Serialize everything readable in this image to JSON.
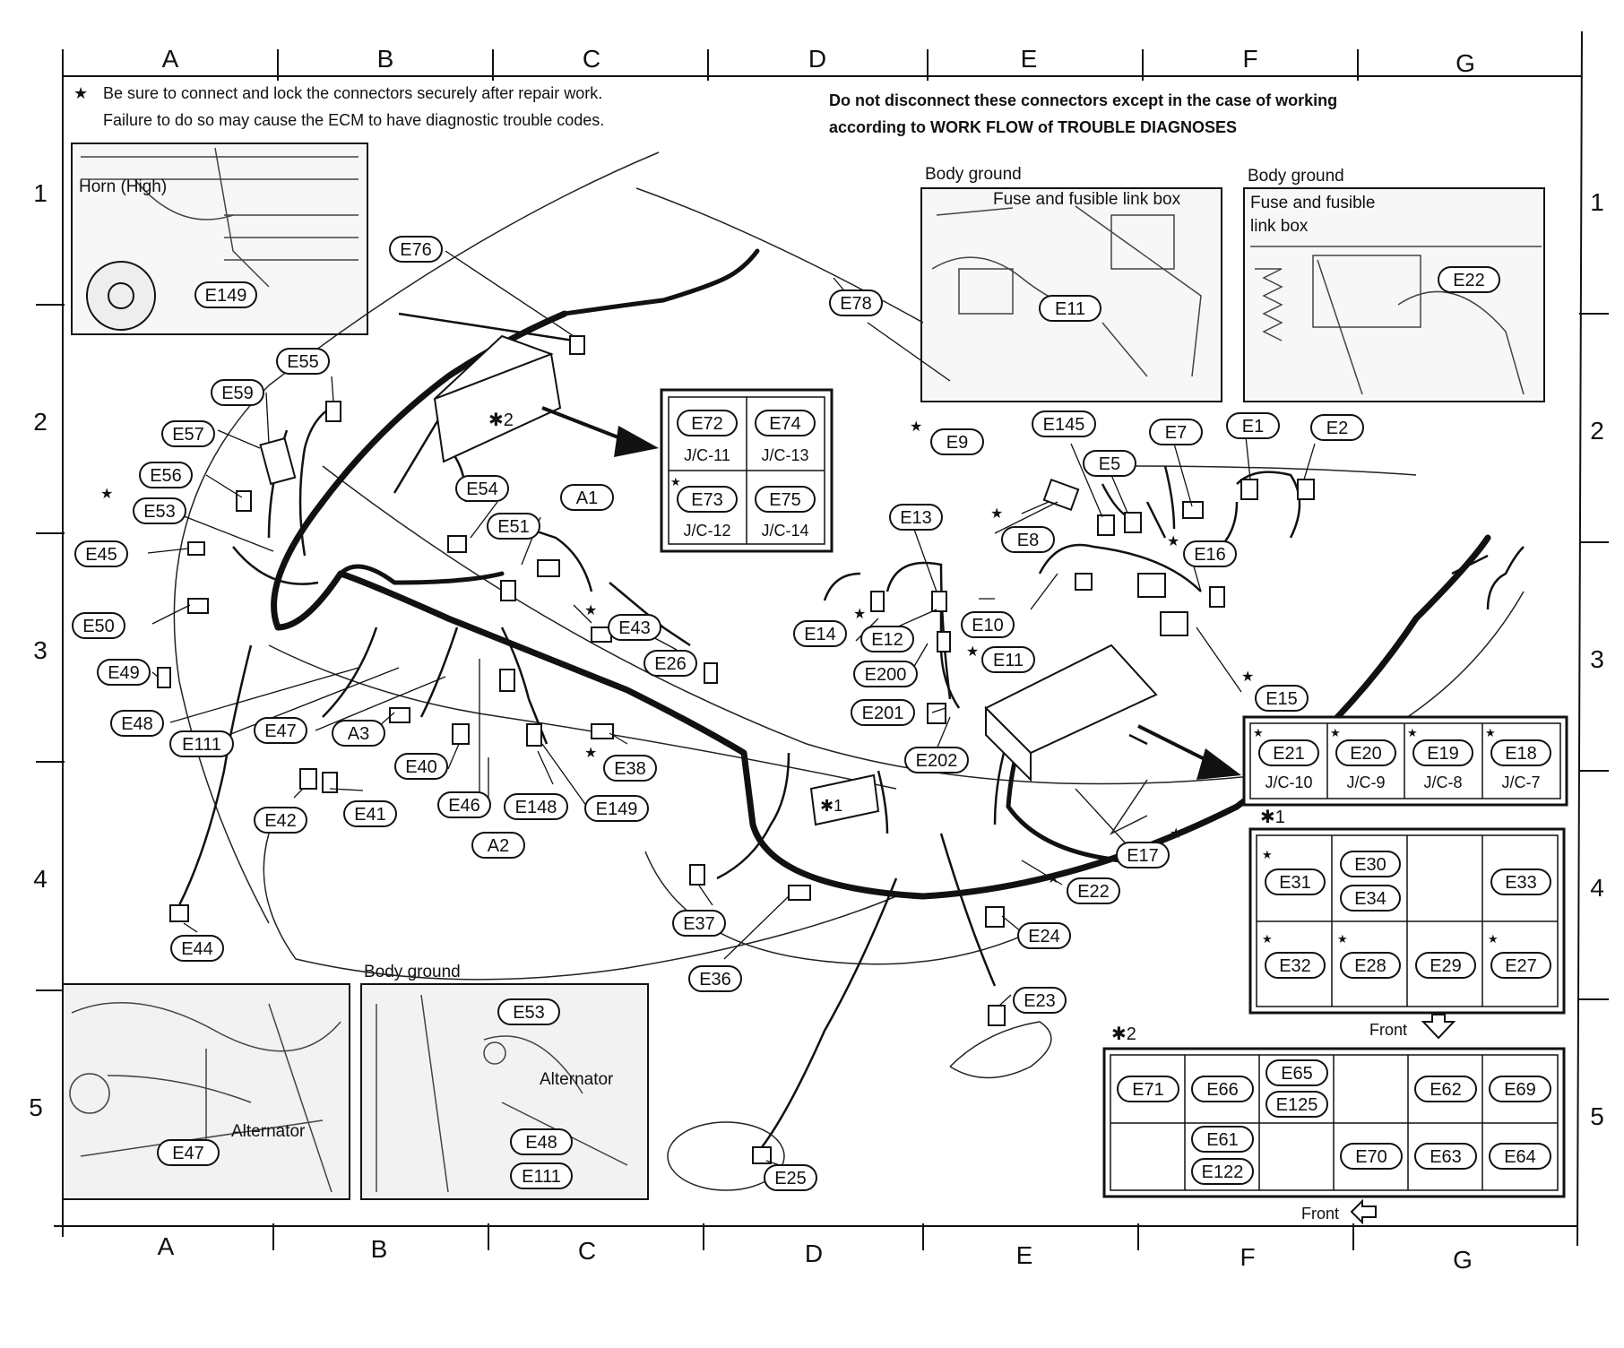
{
  "columns": [
    "A",
    "B",
    "C",
    "D",
    "E",
    "F",
    "G"
  ],
  "rows": [
    "1",
    "2",
    "3",
    "4",
    "5"
  ],
  "notes": {
    "star_note_line1": "Be sure to connect and lock the connectors securely after repair work.",
    "star_note_line2": "Failure to do so may cause the ECM to have diagnostic trouble codes.",
    "warning_line1": "Do not disconnect these connectors except in the case of working",
    "warning_line2": "according to WORK FLOW of TROUBLE DIAGNOSES"
  },
  "insets": {
    "horn": {
      "label": "Horn (High)",
      "connector": "E149"
    },
    "body_ground_1": {
      "title": "Body ground",
      "label": "Fuse and fusible link box",
      "connector": "E11"
    },
    "body_ground_2": {
      "title": "Body ground",
      "label_line1": "Fuse and fusible",
      "label_line2": "link box",
      "connector": "E22"
    },
    "alternator_left": {
      "label": "Alternator",
      "connector": "E47"
    },
    "body_ground_3": {
      "title": "Body ground",
      "label": "Alternator",
      "connectors": [
        "E53",
        "E48",
        "E111"
      ]
    }
  },
  "junction_box_2": {
    "marker": "✱2",
    "cells": [
      {
        "id": "E72",
        "jc": "J/C-11",
        "star": false
      },
      {
        "id": "E74",
        "jc": "J/C-13",
        "star": false
      },
      {
        "id": "E73",
        "jc": "J/C-12",
        "star": true
      },
      {
        "id": "E75",
        "jc": "J/C-14",
        "star": false
      }
    ]
  },
  "junction_box_right": {
    "cells": [
      {
        "id": "E21",
        "jc": "J/C-10"
      },
      {
        "id": "E20",
        "jc": "J/C-9"
      },
      {
        "id": "E19",
        "jc": "J/C-8"
      },
      {
        "id": "E18",
        "jc": "J/C-7"
      }
    ]
  },
  "block_1": {
    "marker": "✱1",
    "row1": [
      {
        "ids": [
          "E31"
        ],
        "star": true
      },
      {
        "ids": [
          "E30",
          "E34"
        ],
        "star": false
      },
      {
        "ids": [],
        "star": false
      },
      {
        "ids": [
          "E33"
        ],
        "star": false
      }
    ],
    "row2": [
      {
        "ids": [
          "E32"
        ],
        "star": true
      },
      {
        "ids": [
          "E28"
        ],
        "star": true
      },
      {
        "ids": [
          "E29"
        ],
        "star": false
      },
      {
        "ids": [
          "E27"
        ],
        "star": true
      }
    ],
    "front": "Front"
  },
  "block_2": {
    "marker": "✱2",
    "row1": [
      [
        "E71"
      ],
      [
        "E66"
      ],
      [
        "E65",
        "E125"
      ],
      [],
      [
        "E62"
      ],
      [
        "E69"
      ]
    ],
    "row2": [
      [],
      [
        "E61",
        "E122"
      ],
      [],
      [
        "E70"
      ],
      [
        "E63"
      ],
      [
        "E64"
      ]
    ],
    "front": "Front"
  },
  "markers": {
    "m1": "✱1",
    "m2": "✱2"
  },
  "connectors": [
    "E76",
    "E78",
    "E55",
    "E59",
    "E57",
    "E56",
    "E53",
    "E45",
    "E50",
    "E49",
    "E48",
    "E111",
    "E47",
    "A3",
    "E40",
    "E46",
    "E148",
    "E149",
    "E42",
    "E41",
    "A2",
    "E54",
    "E51",
    "A1",
    "E43",
    "E26",
    "E38",
    "E44",
    "E37",
    "E36",
    "E25",
    "E23",
    "E24",
    "E22",
    "E17",
    "E202",
    "E201",
    "E200",
    "E14",
    "E12",
    "E13",
    "E10",
    "E11",
    "E9",
    "E8",
    "E145",
    "E5",
    "E7",
    "E1",
    "E2",
    "E16",
    "E15"
  ]
}
